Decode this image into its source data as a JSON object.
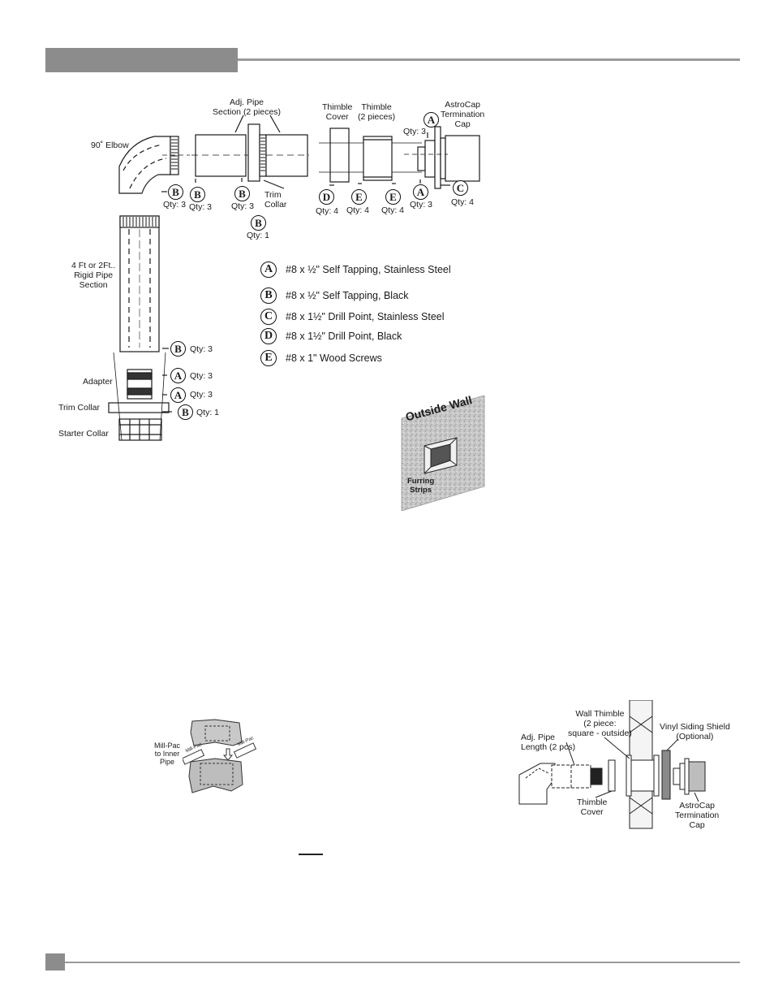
{
  "header": {
    "bar_color": "#8c8c8c",
    "rule_color": "#9a9a9a"
  },
  "parts": {
    "elbow": "90˚ Elbow",
    "adj_pipe": [
      "Adj. Pipe",
      "Section (2 pieces)"
    ],
    "trim_collar_top": [
      "Trim",
      "Collar"
    ],
    "thimble_cover": [
      "Thimble",
      "Cover"
    ],
    "thimble": [
      "Thimble",
      "(2 pieces)"
    ],
    "astrocap": [
      "AstroCap",
      "Termination",
      "Cap"
    ],
    "rigid_pipe": [
      "4 Ft or 2Ft..",
      "Rigid Pipe",
      "Section"
    ],
    "adapter": "Adapter",
    "trim_collar": "Trim Collar",
    "starter_collar": "Starter Collar"
  },
  "quantities": {
    "elbow_b": "Qty: 3",
    "adj_left_b": "Qty: 3",
    "adj_mid_b": "Qty: 3",
    "trim_b": "Qty: 1",
    "thimble_d": "Qty: 4",
    "thimble_e1": "Qty: 4",
    "thimble_e2": "Qty: 4",
    "cap_a_top": "Qty: 3",
    "cap_a_bottom": "Qty: 3",
    "cap_c": "Qty: 4",
    "pipe_b": "Qty: 3",
    "adapter_a1": "Qty: 3",
    "adapter_a2": "Qty: 3",
    "collar_b": "Qty: 1"
  },
  "letters": {
    "a": "A",
    "b": "B",
    "c": "C",
    "d": "D",
    "e": "E"
  },
  "legend": [
    {
      "letter": "A",
      "text": "#8 x ½\" Self Tapping, Stainless Steel"
    },
    {
      "letter": "B",
      "text": "#8 x ½\" Self Tapping, Black"
    },
    {
      "letter": "C",
      "text": "#8 x 1½\" Drill Point, Stainless Steel"
    },
    {
      "letter": "D",
      "text": "#8 x 1½\" Drill Point, Black"
    },
    {
      "letter": "E",
      "text": "#8 x 1\" Wood Screws"
    }
  ],
  "outside_wall": {
    "title": "Outside Wall",
    "furring": [
      "Furring",
      "Strips"
    ]
  },
  "millpac": {
    "label": [
      "Mill-Pac",
      "to Inner",
      "Pipe"
    ],
    "tube_text": "Mill-Pac"
  },
  "wall_install": {
    "wall_thimble": [
      "Wall Thimble",
      "(2 piece:",
      "square - outside)"
    ],
    "vinyl_shield": [
      "Vinyl Siding Shield",
      "(Optional)"
    ],
    "adj_pipe": [
      "Adj. Pipe",
      "Length (2 pcs)"
    ],
    "thimble_cover": [
      "Thimble",
      "Cover"
    ],
    "astrocap": [
      "AstroCap",
      "Termination",
      "Cap"
    ]
  }
}
